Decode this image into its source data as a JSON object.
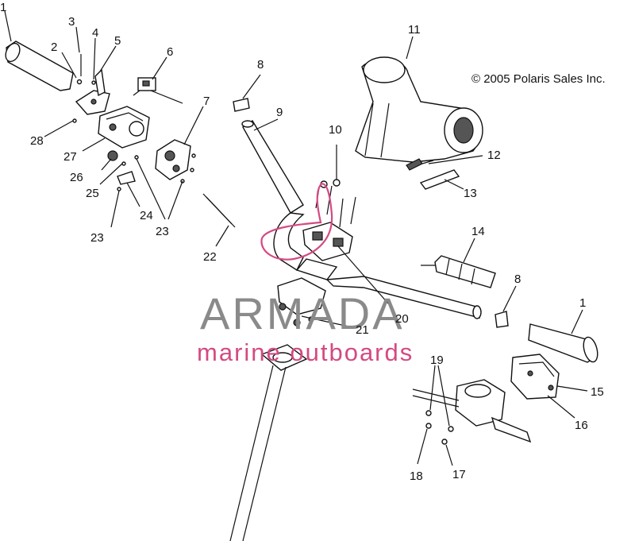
{
  "copyright": "© 2005 Polaris Sales Inc.",
  "watermark": {
    "brand": "ARMADA",
    "tagline": "marine outboards"
  },
  "callouts": {
    "c1a": "1",
    "c1b": "1",
    "c2": "2",
    "c3": "3",
    "c4": "4",
    "c5": "5",
    "c6": "6",
    "c7": "7",
    "c8a": "8",
    "c8b": "8",
    "c9": "9",
    "c10": "10",
    "c11": "11",
    "c12": "12",
    "c13": "13",
    "c14": "14",
    "c15": "15",
    "c16": "16",
    "c17": "17",
    "c18": "18",
    "c19": "19",
    "c20": "20",
    "c21": "21",
    "c22": "22",
    "c23a": "23",
    "c23b": "23",
    "c24": "24",
    "c25": "25",
    "c26": "26",
    "c27": "27",
    "c28": "28"
  },
  "colors": {
    "line": "#111111",
    "watermark_gray": "#8a8a8a",
    "watermark_pink": "#d44a82"
  }
}
